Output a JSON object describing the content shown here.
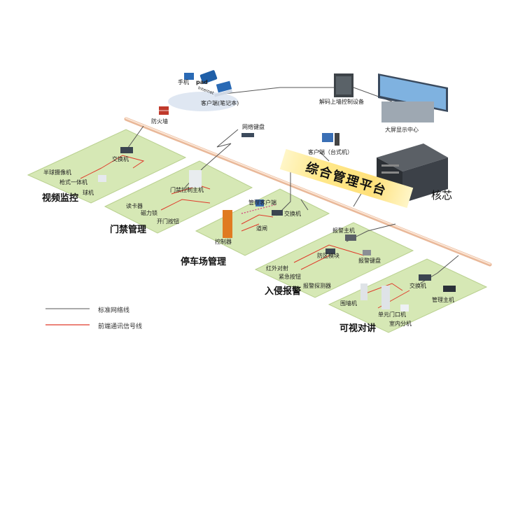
{
  "platform": {
    "title": "综合管理平台",
    "core": "核芯"
  },
  "top": {
    "phone": "手机",
    "pad": "pad",
    "internet": "Internet",
    "client_laptop": "客户端(笔记本)",
    "firewall": "防火墙",
    "decoder": "解码上墙控制设备",
    "video_wall": "大屏显示中心",
    "keyboard": "网络键盘",
    "client_desktop": "客户端（台式机）"
  },
  "zones": {
    "video": {
      "title": "视频监控",
      "switch": "交换机",
      "cam1": "半球摄像机",
      "cam2": "枪式一体机",
      "dome": "球机"
    },
    "access": {
      "title": "门禁管理",
      "controller": "门禁控制主机",
      "reader": "读卡器",
      "lock": "磁力锁",
      "button": "开门按钮"
    },
    "parking": {
      "title": "停车场管理",
      "client": "管理客户端",
      "switch": "交换机",
      "barrier": "道闸",
      "controller": "控制器"
    },
    "intrusion": {
      "title": "入侵报警",
      "host": "报警主机",
      "module": "防区模块",
      "keypad": "报警键盘",
      "ir": "红外对射",
      "emergency": "紧急按钮",
      "detector": "报警探测器"
    },
    "intercom": {
      "title": "可视对讲",
      "switch": "交换机",
      "host": "管理主机",
      "wall": "围墙机",
      "unit": "单元门口机",
      "indoor": "室内分机"
    }
  },
  "legend": [
    {
      "label": "标准网络线",
      "color": "#555555"
    },
    {
      "label": "前端通讯信号线",
      "color": "#e03a2a"
    }
  ],
  "colors": {
    "zone_fill": "#d6e8b5",
    "zone_edge": "#b9d08f",
    "bus": "#f3d2b8",
    "banner": "#ffe07a"
  }
}
